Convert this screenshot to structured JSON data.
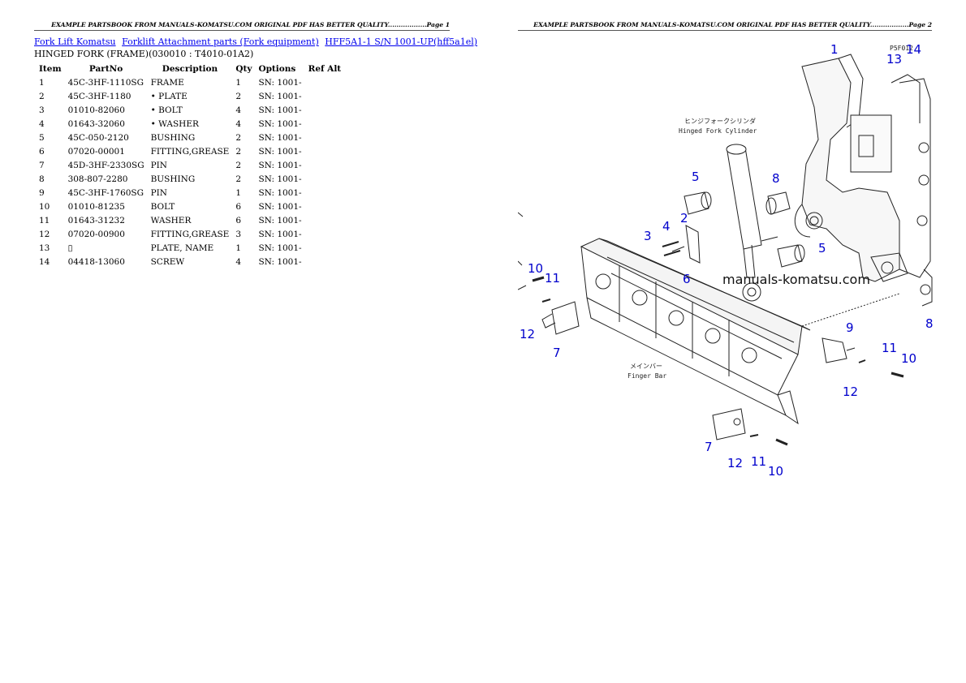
{
  "header_left": "EXAMPLE PARTSBOOK FROM MANUALS-KOMATSU.COM ORIGINAL PDF HAS BETTER QUALITY..................Page 1",
  "header_right": "EXAMPLE PARTSBOOK FROM MANUALS-KOMATSU.COM ORIGINAL PDF HAS BETTER QUALITY..................Page 2",
  "breadcrumb": [
    "Fork Lift Komatsu",
    "Forklift Attachment parts (Fork equipment)",
    "HFF5A1-1 S/N 1001-UP(hff5a1el)"
  ],
  "subtitle": "HINGED FORK (FRAME)(030010 : T4010-01A2)",
  "columns": [
    "Item",
    "PartNo",
    "Description",
    "Qty",
    "Options",
    "Ref Alt"
  ],
  "rows": [
    [
      "1",
      "45C-3HF-1110SG",
      "FRAME",
      "1",
      "SN: 1001-",
      ""
    ],
    [
      "2",
      "45C-3HF-1180",
      "• PLATE",
      "2",
      "SN: 1001-",
      ""
    ],
    [
      "3",
      "01010-82060",
      "• BOLT",
      "4",
      "SN: 1001-",
      ""
    ],
    [
      "4",
      "01643-32060",
      "• WASHER",
      "4",
      "SN: 1001-",
      ""
    ],
    [
      "5",
      "45C-050-2120",
      "BUSHING",
      "2",
      "SN: 1001-",
      ""
    ],
    [
      "6",
      "07020-00001",
      "FITTING,GREASE",
      "2",
      "SN: 1001-",
      ""
    ],
    [
      "7",
      "45D-3HF-2330SG",
      "PIN",
      "2",
      "SN: 1001-",
      ""
    ],
    [
      "8",
      "308-807-2280",
      "BUSHING",
      "2",
      "SN: 1001-",
      ""
    ],
    [
      "9",
      "45C-3HF-1760SG",
      "PIN",
      "1",
      "SN: 1001-",
      ""
    ],
    [
      "10",
      "01010-81235",
      "BOLT",
      "6",
      "SN: 1001-",
      ""
    ],
    [
      "11",
      "01643-31232",
      "WASHER",
      "6",
      "SN: 1001-",
      ""
    ],
    [
      "12",
      "07020-00900",
      "FITTING,GREASE",
      "3",
      "SN: 1001-",
      ""
    ],
    [
      "13",
      "▯",
      "PLATE, NAME",
      "1",
      "SN: 1001-",
      ""
    ],
    [
      "14",
      "04418-13060",
      "SCREW",
      "4",
      "SN: 1001-",
      ""
    ]
  ],
  "diagram": {
    "watermark": "manuals-komatsu.com",
    "cylinder_label_jp": "ヒンジフォークシリンダ",
    "cylinder_label_en": "Hinged Fork Cylinder",
    "bar_label_jp": "メインバー",
    "bar_label_en": "Finger Bar",
    "drawing_code": "P5F012",
    "callouts": [
      "1",
      "14",
      "13",
      "5",
      "8",
      "4",
      "2",
      "3",
      "5",
      "6",
      "10",
      "11",
      "12",
      "7",
      "9",
      "11",
      "10",
      "12",
      "8",
      "7",
      "12",
      "11",
      "10"
    ]
  }
}
